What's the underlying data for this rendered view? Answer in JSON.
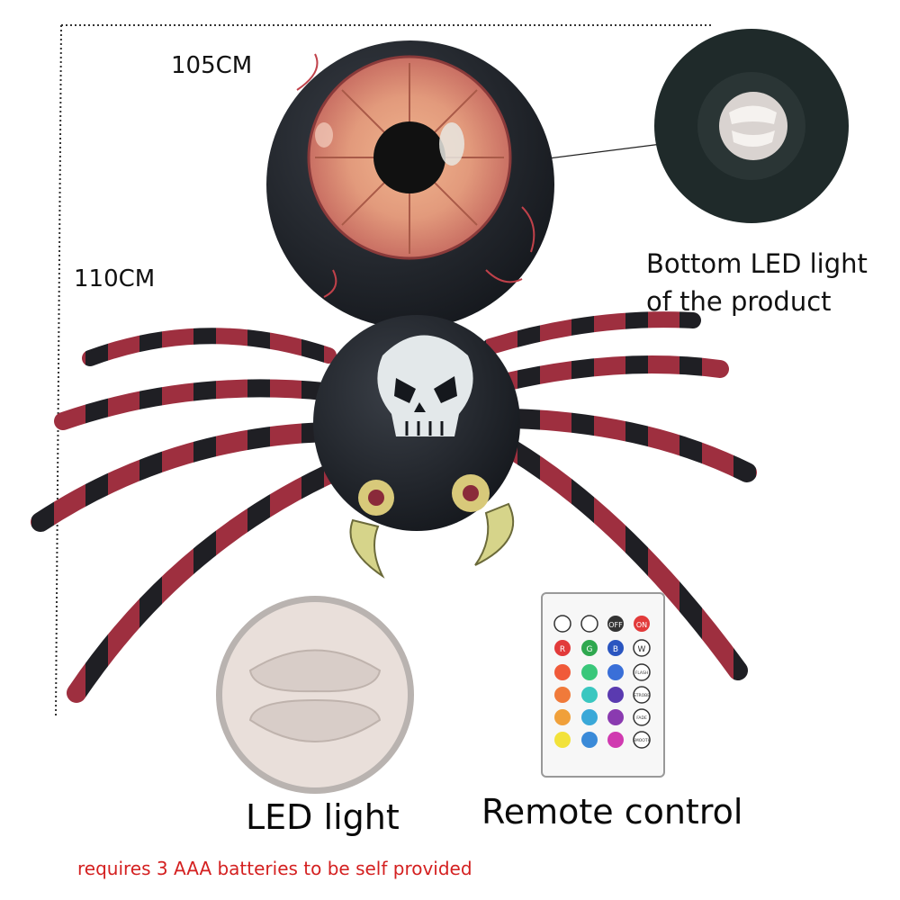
{
  "dimensions": {
    "width_label": "105CM",
    "height_label": "110CM"
  },
  "callout": {
    "line1": "Bottom LED light",
    "line2": "of the product"
  },
  "accessories": {
    "led_label": "LED light",
    "remote_label": "Remote control"
  },
  "remote": {
    "top_buttons": [
      "OFF",
      "ON"
    ],
    "color_row": [
      "R",
      "G",
      "B",
      "W"
    ],
    "mode_buttons": [
      "FLASH",
      "STROBE",
      "FADE",
      "SMOOTH"
    ]
  },
  "note": {
    "text": "requires 3 AAA batteries to be self provided",
    "color": "#d42020"
  },
  "colors": {
    "leg_red": "#9e2f3f",
    "leg_black": "#1f1f24",
    "body": "#1e2228",
    "eye_iris": "#d98a76",
    "fang": "#d6d48a"
  }
}
